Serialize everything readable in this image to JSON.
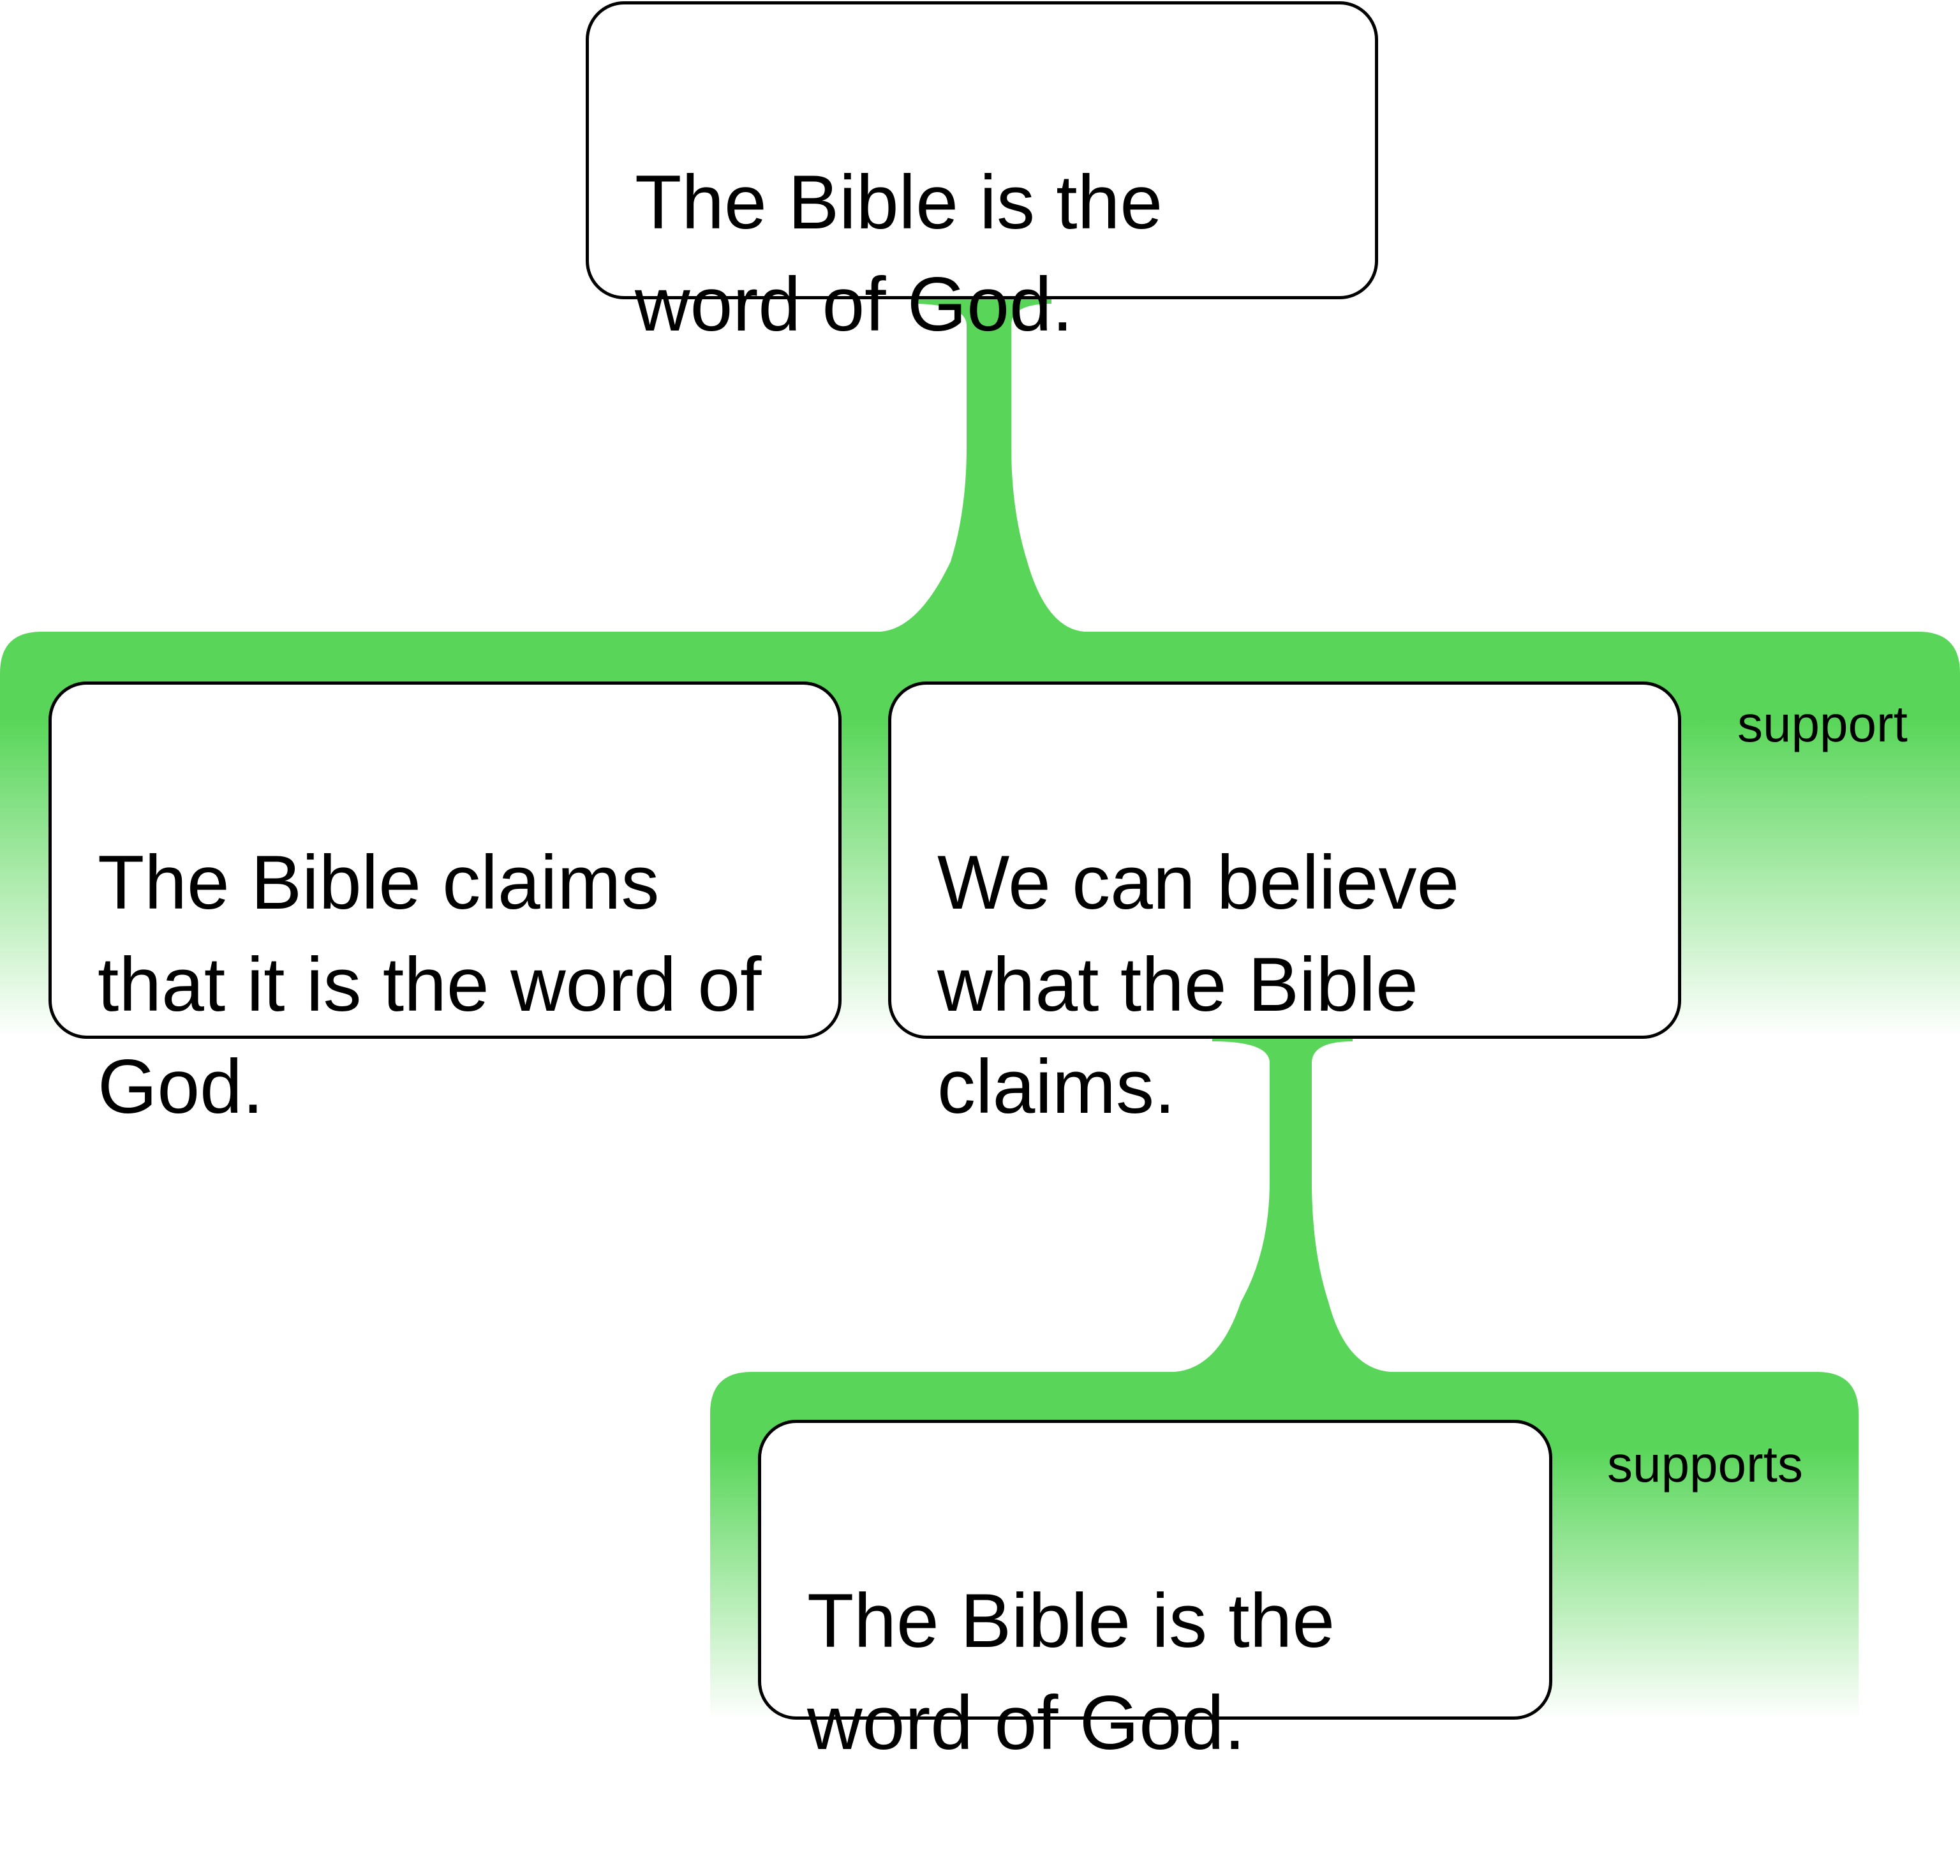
{
  "diagram": {
    "colors": {
      "connector": "#59d659",
      "group_top": "#59d659",
      "group_bottom": "#ffffff",
      "box_border": "#000000",
      "box_fill": "#ffffff",
      "text": "#000000"
    },
    "nodes": {
      "root": {
        "text": "The Bible is the\nword of God."
      },
      "claims": {
        "text": "The Bible claims\nthat it is the word of\nGod."
      },
      "believe": {
        "text": "We can believe\nwhat the Bible\nclaims."
      },
      "circular": {
        "text": "The Bible is the\nword of God."
      }
    },
    "groups": {
      "support_1": {
        "label": "support"
      },
      "support_2": {
        "label": "supports"
      }
    }
  }
}
